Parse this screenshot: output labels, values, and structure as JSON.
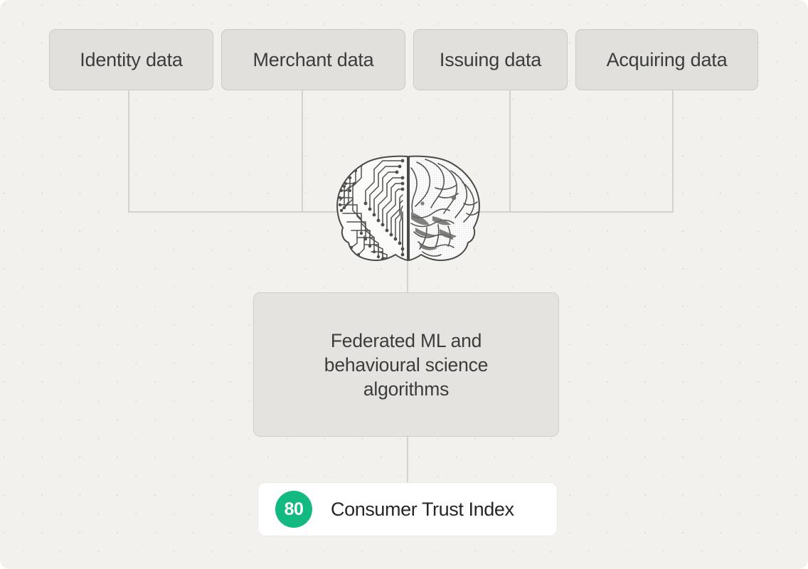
{
  "canvas": {
    "background_color": "#f2f1ee",
    "dot_color": "#e0dfd9"
  },
  "sources": {
    "items": [
      {
        "label": "Identity data"
      },
      {
        "label": "Merchant data"
      },
      {
        "label": "Issuing data"
      },
      {
        "label": "Acquiring data"
      }
    ]
  },
  "processor": {
    "icon": "brain-circuit-illustration",
    "line1": "Federated ML and",
    "line2": "behavioural science",
    "line3": "algorithms",
    "text": "Federated ML and behavioural science algorithms"
  },
  "result": {
    "score": "80",
    "label": "Consumer Trust Index",
    "badge_color": "#12b981",
    "card_color": "#ffffff"
  },
  "connector": {
    "color": "#d3d2cd"
  }
}
